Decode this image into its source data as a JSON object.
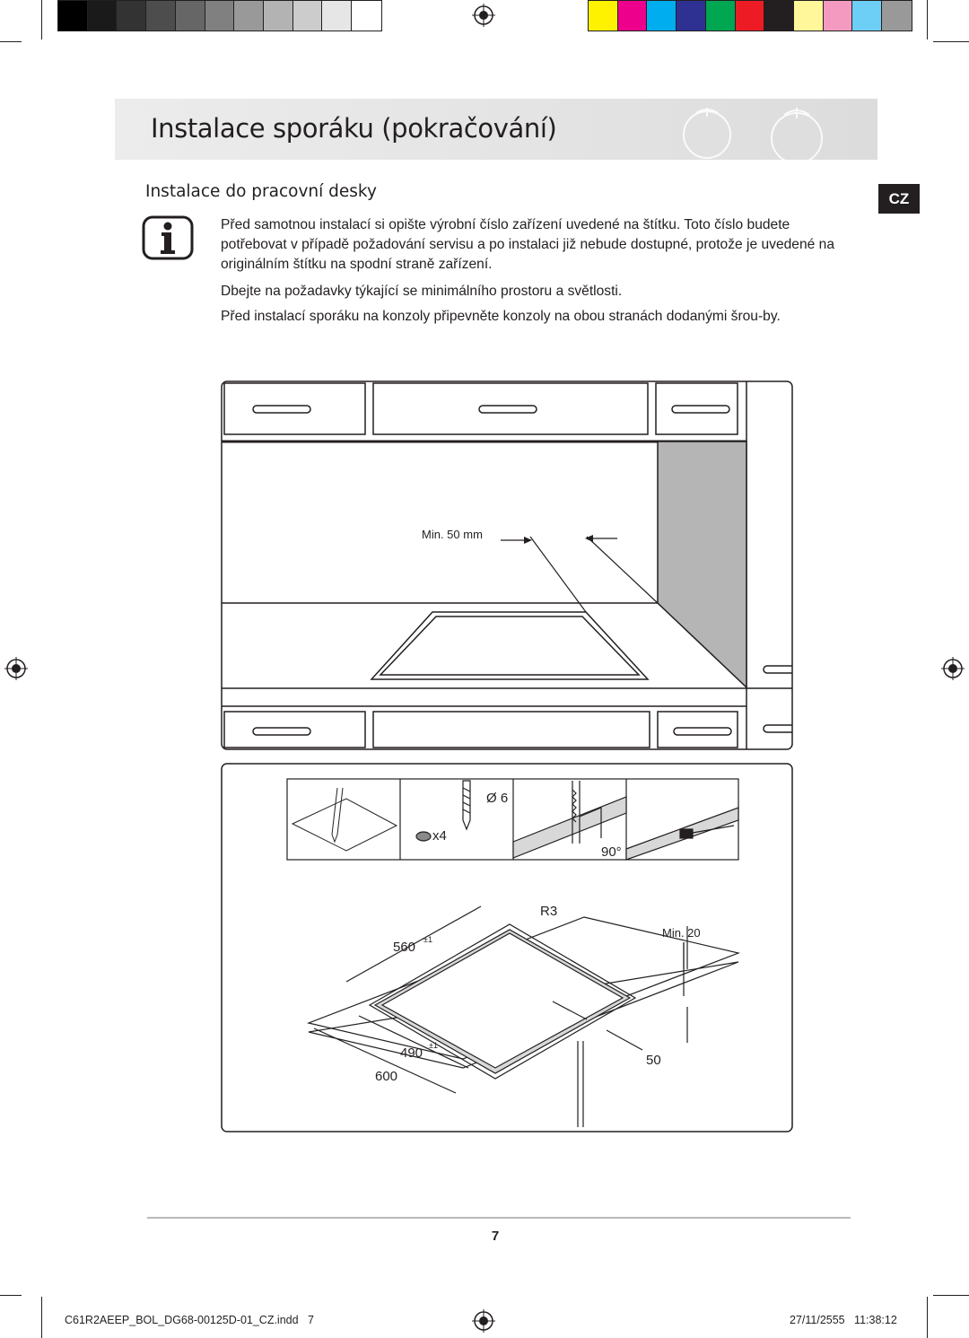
{
  "header": {
    "title": "Instalace sporáku (pokračování)",
    "grayscale_swatches": [
      "#000000",
      "#1a1a1a",
      "#333333",
      "#4d4d4d",
      "#666666",
      "#808080",
      "#999999",
      "#b3b3b3",
      "#cccccc",
      "#e6e6e6",
      "#ffffff"
    ],
    "color_swatches": [
      "#fff200",
      "#ec008c",
      "#00aeef",
      "#2e3192",
      "#00a651",
      "#ed1c24",
      "#231f20",
      "#fff799",
      "#f49ac1",
      "#6dcff6",
      "#999999"
    ]
  },
  "section": {
    "heading": "Instalace do pracovní desky",
    "language_badge": "CZ",
    "info_icon": "info-icon",
    "paragraphs": [
      "Před samotnou instalací si opište výrobní číslo zařízení uvedené na štítku. Toto číslo budete potřebovat v případě požadování servisu a po instalaci již nebude dostupné, protože je uvedené na originálním štítku na spodní straně zařízení.",
      "Dbejte na požadavky týkající se minimálního prostoru a světlosti.",
      "Před instalací sporáku na konzoly připevněte konzoly na obou stranách dodanými šrou-by."
    ]
  },
  "figure_kitchen": {
    "min_clearance_label": "Min. 50 mm"
  },
  "figure_cutout": {
    "drill_diameter": "Ø 6",
    "screw_count": "x4",
    "angle": "90°",
    "radius": "R3",
    "cutout_depth": "560",
    "cutout_depth_tol": "±1",
    "cutout_width": "490",
    "cutout_width_tol": "±1",
    "counter_width": "600",
    "edge_offset": "50",
    "min_distance": "Min. 20"
  },
  "footer": {
    "page_number": "7",
    "file_info": "C61R2AEEP_BOL_DG68-00125D-01_CZ.indd   7",
    "date_info": "27/11/2555   11:38:12"
  }
}
